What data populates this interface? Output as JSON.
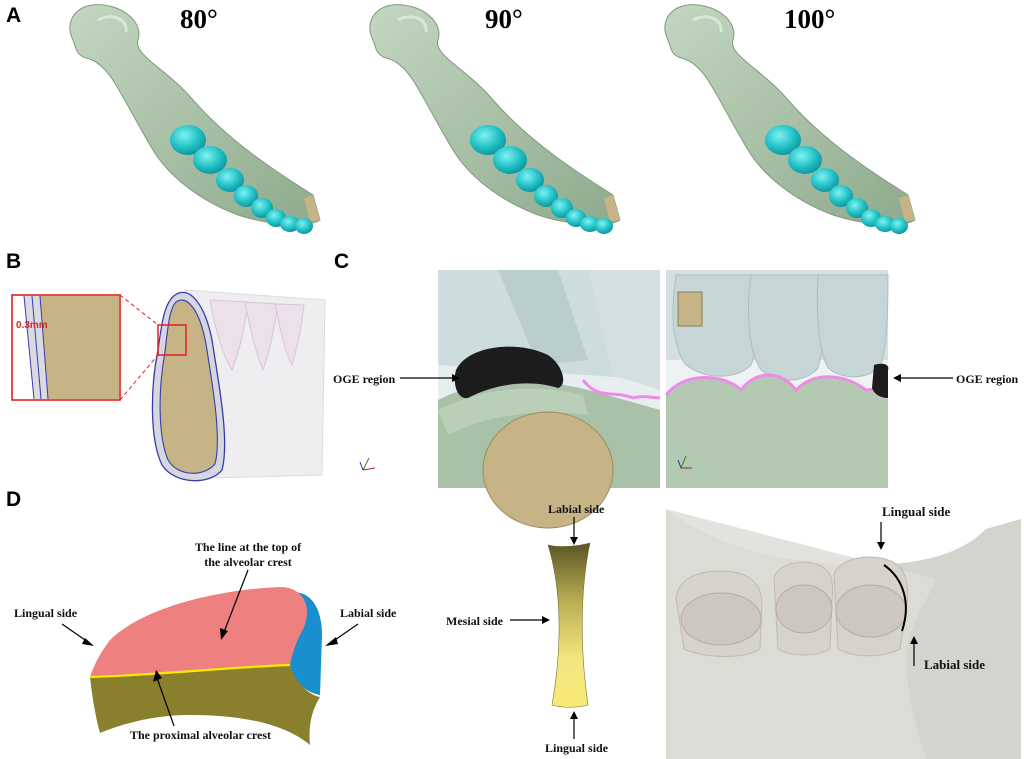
{
  "panels": {
    "a": {
      "letter": "A",
      "angles": [
        "80°",
        "90°",
        "100°"
      ]
    },
    "b": {
      "letter": "B",
      "thickness_label": "0.3mm"
    },
    "c": {
      "letter": "C",
      "left_label": "OGE region",
      "right_label": "OGE region"
    },
    "d": {
      "letter": "D",
      "top_line_label": "The line at the top of the alveolar crest",
      "top_line_label_1": "The line at the top of",
      "top_line_label_2": "the alveolar crest",
      "lingual_label": "Lingual side",
      "labial_label": "Labial side",
      "proximal_label": "The proximal alveolar crest",
      "strip_labial": "Labial side",
      "strip_mesial": "Mesial side",
      "strip_lingual": "Lingual side",
      "view_lingual": "Lingual side",
      "view_labial": "Labial side"
    }
  },
  "colors": {
    "bone": "#a9c1a7",
    "bone_dark": "#7f9a7d",
    "teeth": "#1fbfc4",
    "cancellous": "#c6b487",
    "pink_surface": "#ee8080",
    "blue_surface": "#1a8fd0",
    "olive_surface": "#8a7f2c",
    "yellow_line": "#ffea00",
    "ligament": "#ee8be8",
    "oge": "#1c1c1c",
    "outline_blue": "#3a3ab0",
    "red_zoom": "#e02020"
  }
}
